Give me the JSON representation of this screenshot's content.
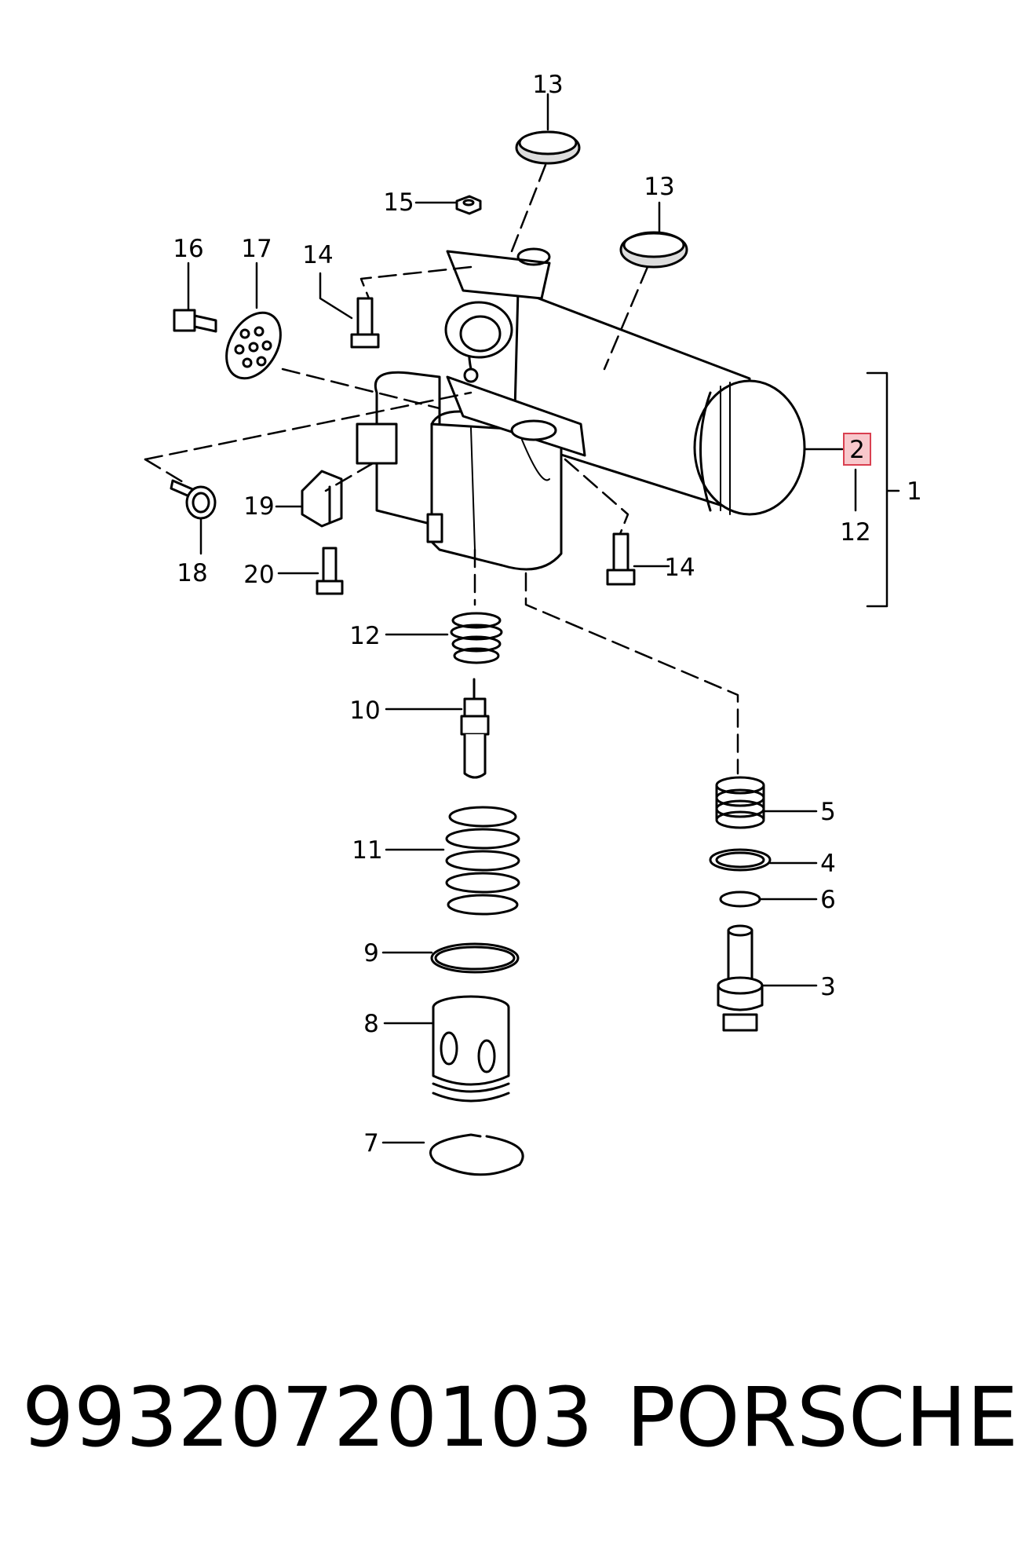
{
  "diagram": {
    "callouts": {
      "c1": "1",
      "c2": "2",
      "c3": "3",
      "c4": "4",
      "c5": "5",
      "c6": "6",
      "c7": "7",
      "c8": "8",
      "c9": "9",
      "c10": "10",
      "c11": "11",
      "c12a": "12",
      "c12b": "12",
      "c13a": "13",
      "c13b": "13",
      "c14a": "14",
      "c14b": "14",
      "c15": "15",
      "c16": "16",
      "c17": "17",
      "c18": "18",
      "c19": "19",
      "c20": "20"
    },
    "highlighted_callout": "2",
    "highlight_color": "#d94050"
  },
  "footer": {
    "part_number": "99320720103",
    "brand": "PORSCHE"
  }
}
